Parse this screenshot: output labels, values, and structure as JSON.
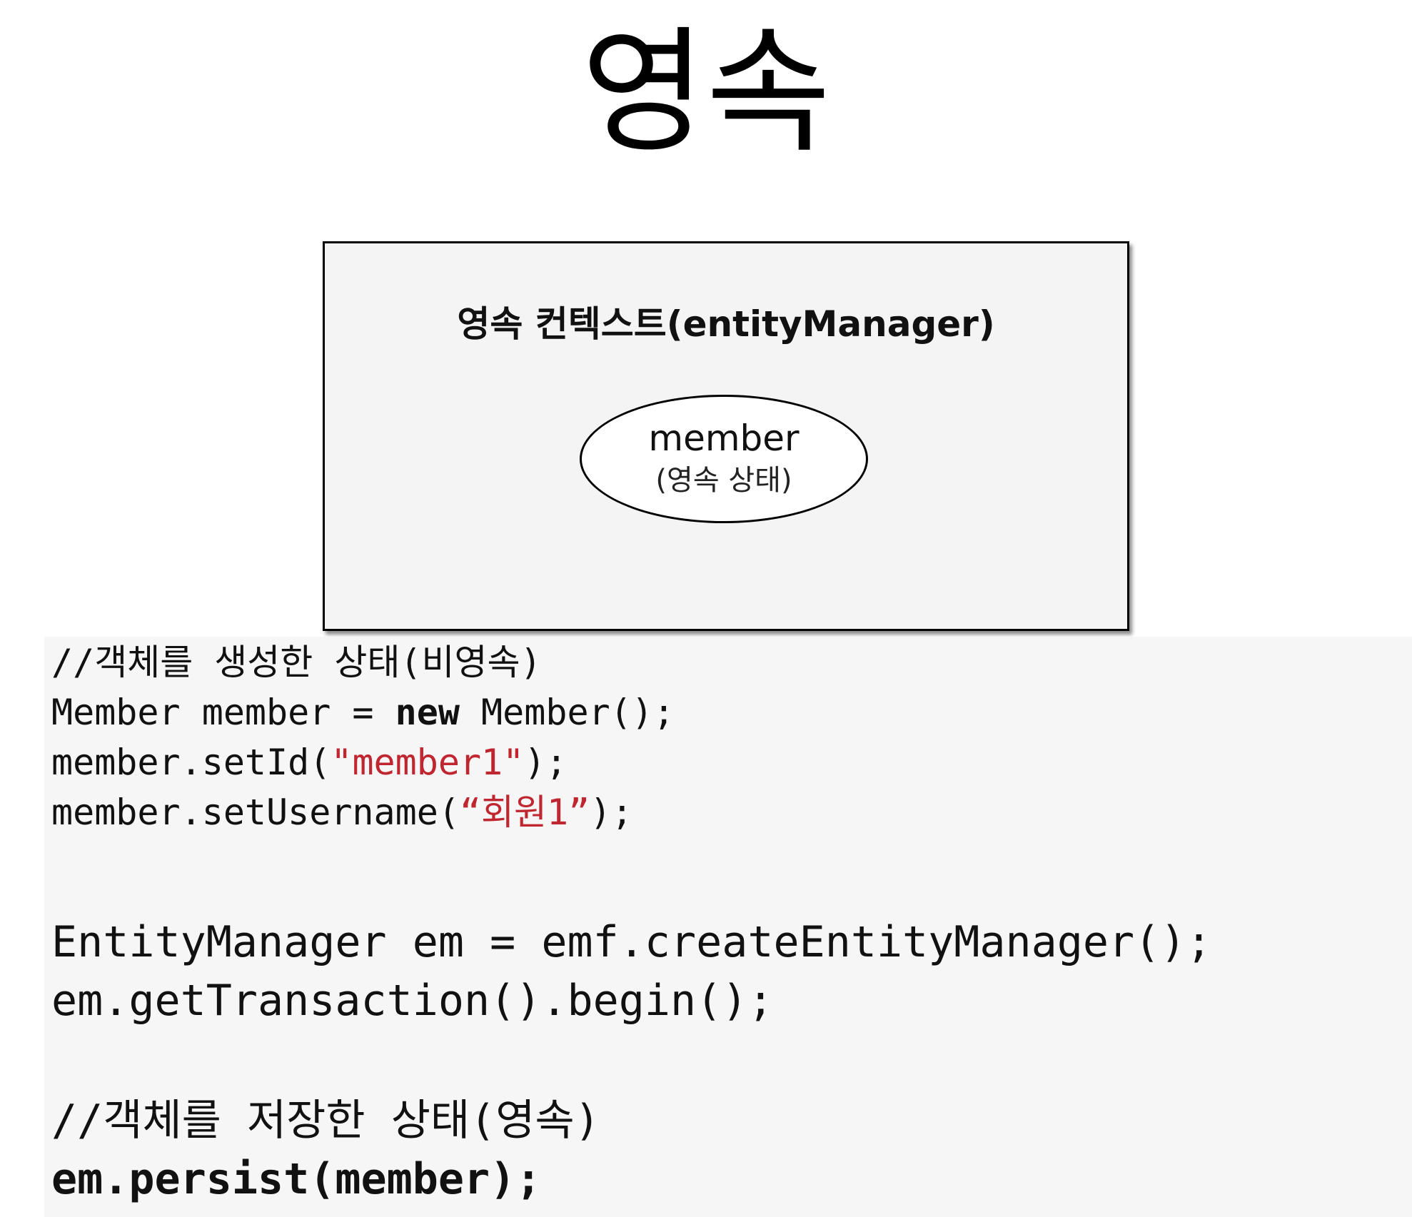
{
  "title": "영속",
  "diagram": {
    "context_label": "영속 컨텍스트(entityManager)",
    "entity_name": "member",
    "entity_state": "(영속 상태)"
  },
  "code": {
    "comment_create": "//객체를 생성한 상태(비영속)",
    "line_new_prefix": "Member member = ",
    "line_new_keyword": "new",
    "line_new_suffix": " Member();",
    "line_setid_prefix": "member.setId(",
    "line_setid_string": "\"member1\"",
    "line_setid_suffix": ");",
    "line_setusername_prefix": "member.setUsername(",
    "line_setusername_string": "“회원1”",
    "line_setusername_suffix": ");",
    "line_em_create": "EntityManager em = emf.createEntityManager();",
    "line_tx_begin": "em.getTransaction().begin();",
    "comment_persist": "//객체를 저장한 상태(영속)",
    "line_persist": "em.persist(member);"
  }
}
